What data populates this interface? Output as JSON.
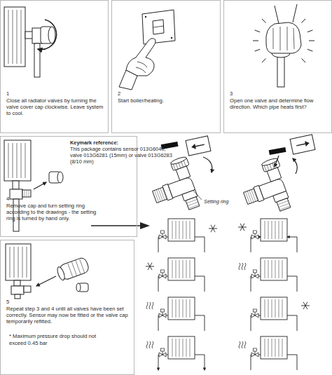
{
  "diagram": {
    "nodes": [
      {
        "text": [
          "1",
          "Close all radiator valves by turning the valve cover cap clockwise. Leave system to cool."
        ]
      },
      {
        "text": [
          "2",
          "Start boiler/heating."
        ]
      },
      {
        "text": [
          "3",
          "Open one valve and determine flow direction. Which pipe heats first?"
        ]
      },
      {
        "text": [
          "4",
          "Remove cap and turn setting ring according to the drawings - the setting ring is turned by hand only."
        ]
      },
      {
        "text": [
          "5",
          "Repeat step 3 and 4 until all valves have been set correctly. Sensor may now be fitted or the valve cap temporarily refitted.",
          "* Maximum pressure drop should not exceed 0.45 bar"
        ]
      }
    ],
    "labels": [
      "Keymark reference:",
      "This package contains sensor 013G6040, valve 013G6281 (15mm) or valve 013G6283 (8/10 mm)",
      "Setting ring"
    ]
  }
}
